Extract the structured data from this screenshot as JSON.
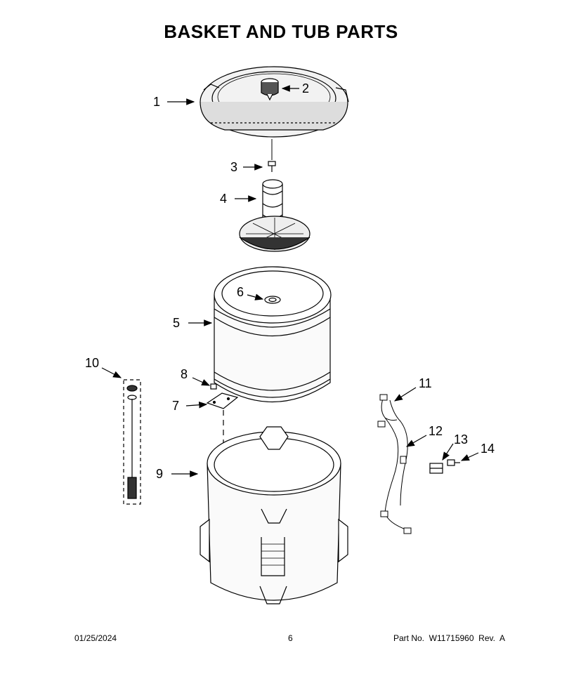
{
  "title": "BASKET AND TUB PARTS",
  "callouts": [
    "1",
    "2",
    "3",
    "4",
    "5",
    "6",
    "7",
    "8",
    "9",
    "10",
    "11",
    "12",
    "13",
    "14"
  ],
  "footer": {
    "date": "01/25/2024",
    "page": "6",
    "part_number": "Part No.  W11715960  Rev.  A"
  }
}
